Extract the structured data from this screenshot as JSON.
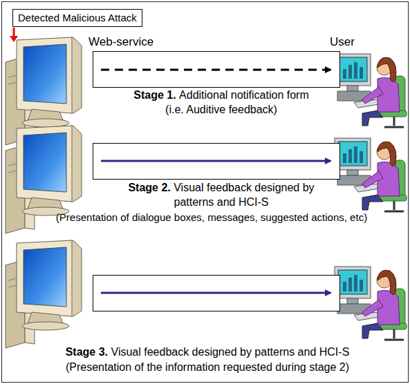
{
  "diagram": {
    "nodes": [
      {
        "text": [
          "Detected Malicious Attack"
        ]
      }
    ],
    "labels": [
      "Web-service",
      "User",
      "Stage 1.",
      "Additional notification form",
      "(i.e. Auditive feedback)",
      "Stage 2.",
      "Visual feedback designed by",
      "patterns and HCI-S",
      "(Presentation of dialogue boxes, messages, suggested actions, etc)",
      "Stage 3.",
      "Visual feedback designed by patterns and HCI-S",
      "(Presentation of the information requested during stage 2)"
    ]
  }
}
